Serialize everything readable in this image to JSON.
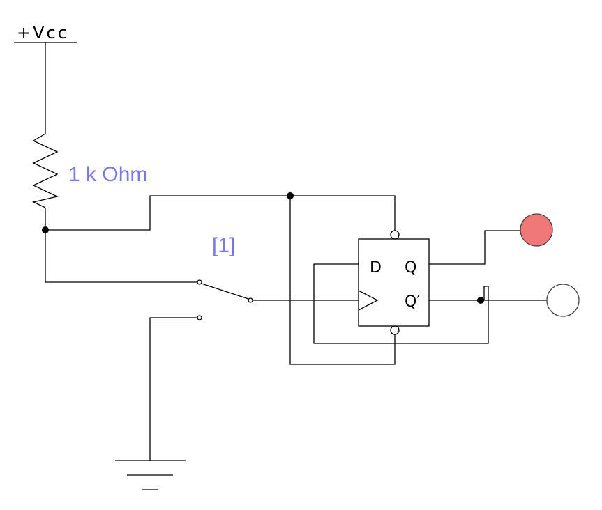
{
  "supply": {
    "label": "+Vcc"
  },
  "resistor": {
    "label": "1 k Ohm"
  },
  "switch": {
    "label": "[1]"
  },
  "flip_flop": {
    "d_label": "D",
    "clk_label": "",
    "q_label": "Q",
    "qbar_label": "Q′"
  },
  "colors": {
    "wire": "#000000",
    "label_blue": "#7878e8",
    "led_on_fill": "#f07878",
    "led_off_fill": "#ffffff",
    "led_stroke": "#444444"
  },
  "indicators": {
    "q_led_state": "on",
    "qbar_led_state": "off"
  }
}
